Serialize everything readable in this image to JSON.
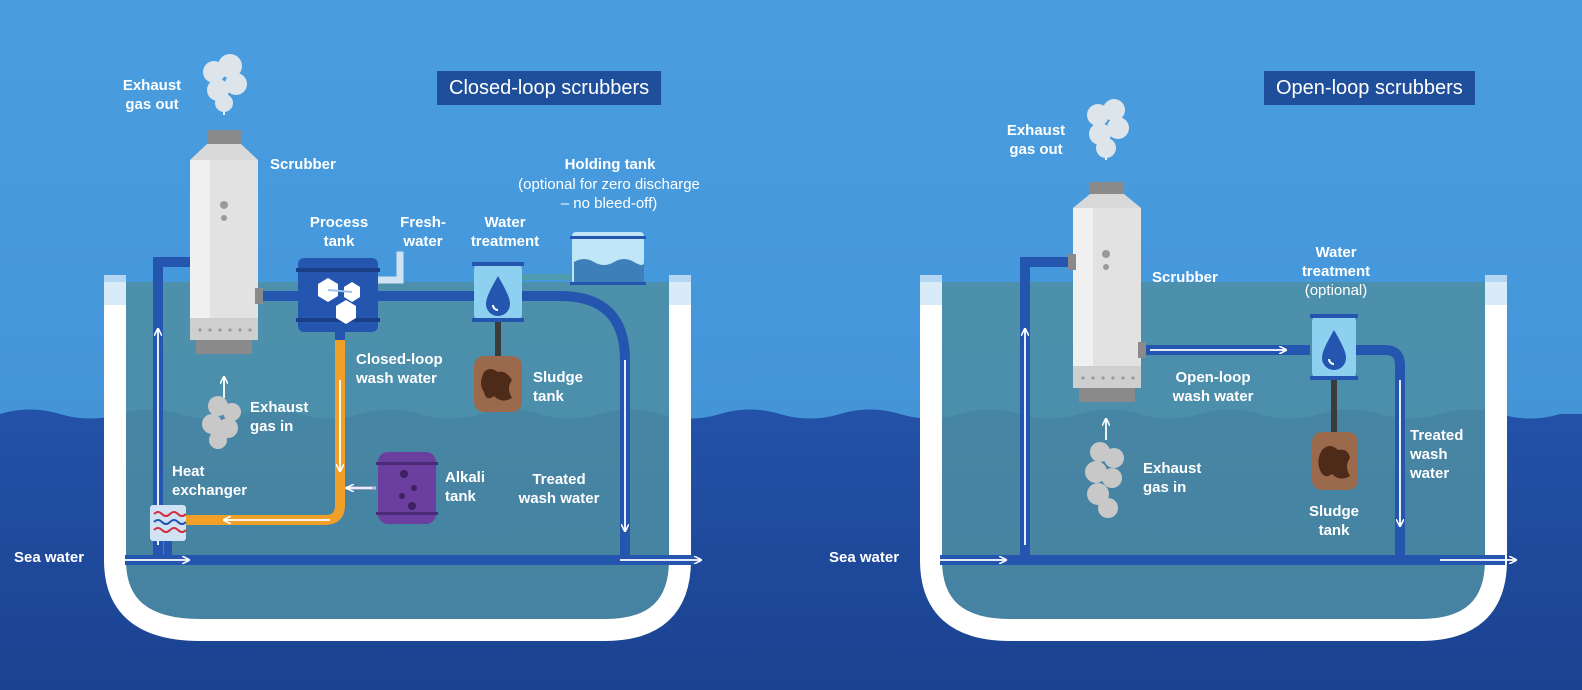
{
  "colors": {
    "sky": "#4a9ee0",
    "sea_deep": "#1f4d9c",
    "hull_water": "#4e8fa4",
    "hull": "#ffffff",
    "pipe": "#2456b0",
    "closed_loop_pipe": "#f0a028",
    "alkali": "#6a3fa0",
    "sludge": "#7a4a30",
    "title_bg": "#1f4f9a"
  },
  "closed_loop": {
    "title": "Closed-loop scrubbers",
    "labels": {
      "exhaust_out": "Exhaust\ngas out",
      "scrubber": "Scrubber",
      "process_tank": "Process\ntank",
      "fresh_water": "Fresh-\nwater",
      "water_treatment": "Water\ntreatment",
      "holding_tank_title": "Holding tank",
      "holding_tank_note": "(optional for zero discharge\n– no bleed-off)",
      "closed_loop_wash_water": "Closed-loop\nwash water",
      "sludge_tank": "Sludge\ntank",
      "exhaust_in": "Exhaust\ngas in",
      "heat_exchanger": "Heat\nexchanger",
      "alkali_tank": "Alkali\ntank",
      "treated_wash_water": "Treated\nwash water",
      "sea_water": "Sea water"
    }
  },
  "open_loop": {
    "title": "Open-loop scrubbers",
    "labels": {
      "exhaust_out": "Exhaust\ngas out",
      "scrubber": "Scrubber",
      "water_treatment": "Water\ntreatment",
      "water_treatment_note": "(optional)",
      "open_loop_wash_water": "Open-loop\nwash water",
      "treated_wash_water": "Treated\nwash\nwater",
      "exhaust_in": "Exhaust\ngas in",
      "sludge_tank": "Sludge\ntank",
      "sea_water": "Sea water"
    }
  },
  "icons": {
    "scrubber": "scrubber-tower-icon",
    "process_tank": "molecule-icon",
    "water_treatment": "water-drop-icon",
    "sludge": "sludge-blob-icon",
    "alkali": "bubbles-icon",
    "heat_exchanger": "wave-lines-icon",
    "smoke": "smoke-cloud-icon"
  }
}
